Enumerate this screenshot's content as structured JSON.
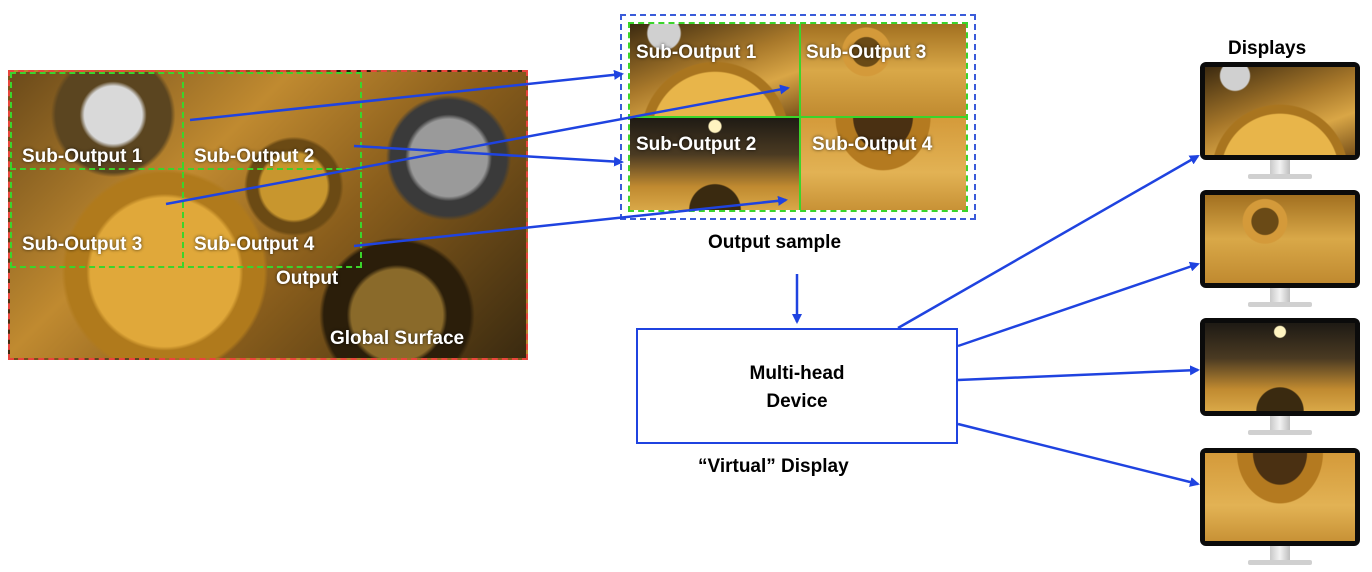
{
  "global_surface": {
    "label": "Global Surface",
    "output_label": "Output",
    "sub_outputs": [
      "Sub-Output 1",
      "Sub-Output 2",
      "Sub-Output 3",
      "Sub-Output 4"
    ]
  },
  "output_sample": {
    "label": "Output sample",
    "tiles": [
      "Sub-Output 1",
      "Sub-Output 3",
      "Sub-Output 2",
      "Sub-Output 4"
    ]
  },
  "device": {
    "line1": "Multi-head",
    "line2": "Device",
    "caption": "“Virtual” Display"
  },
  "displays": {
    "label": "Displays",
    "count": 4
  },
  "colors": {
    "global_border": "#e8453c",
    "output_border": "#3bd42b",
    "sample_border": "#3a5bd9",
    "arrow": "#1f43e0"
  }
}
